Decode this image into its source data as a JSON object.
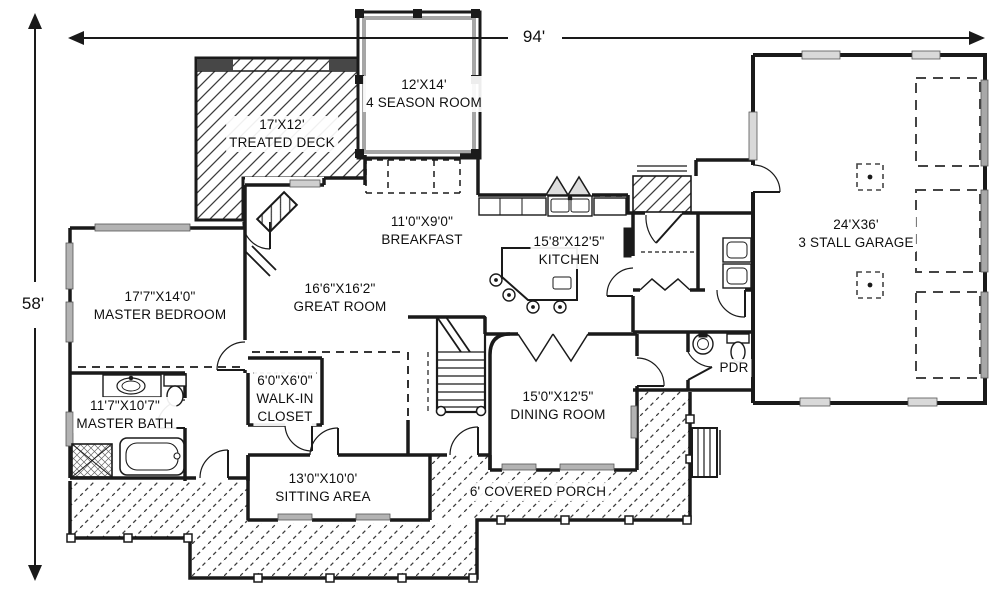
{
  "plan_dimensions": {
    "width_label": "94'",
    "height_label": "58'"
  },
  "rooms": {
    "season": {
      "dims": "12'X14'",
      "name": "4 SEASON ROOM"
    },
    "deck": {
      "dims": "17'X12'",
      "name": "TREATED DECK"
    },
    "garage": {
      "dims": "24'X36'",
      "name": "3 STALL GARAGE"
    },
    "breakfast": {
      "dims": "11'0\"X9'0\"",
      "name": "BREAKFAST"
    },
    "kitchen": {
      "dims": "15'8\"X12'5\"",
      "name": "KITCHEN"
    },
    "master_bedroom": {
      "dims": "17'7\"X14'0\"",
      "name": "MASTER BEDROOM"
    },
    "great_room": {
      "dims": "16'6\"X16'2\"",
      "name": "GREAT ROOM"
    },
    "walk_in_closet": {
      "dims": "6'0\"X6'0\"",
      "line2": "WALK-IN",
      "line3": "CLOSET"
    },
    "master_bath": {
      "dims": "11'7\"X10'7\"",
      "name": "MASTER BATH"
    },
    "dining": {
      "dims": "15'0\"X12'5\"",
      "name": "DINING ROOM"
    },
    "sitting": {
      "dims": "13'0\"X10'0'",
      "name": "SITTING AREA"
    },
    "porch": {
      "name": "6' COVERED PORCH"
    },
    "pdr": {
      "name": "PDR"
    }
  },
  "colors": {
    "wall": "#1a1a1a",
    "window": "#9e9e9e",
    "hatch": "#3d3d3d",
    "paper": "#ffffff"
  }
}
